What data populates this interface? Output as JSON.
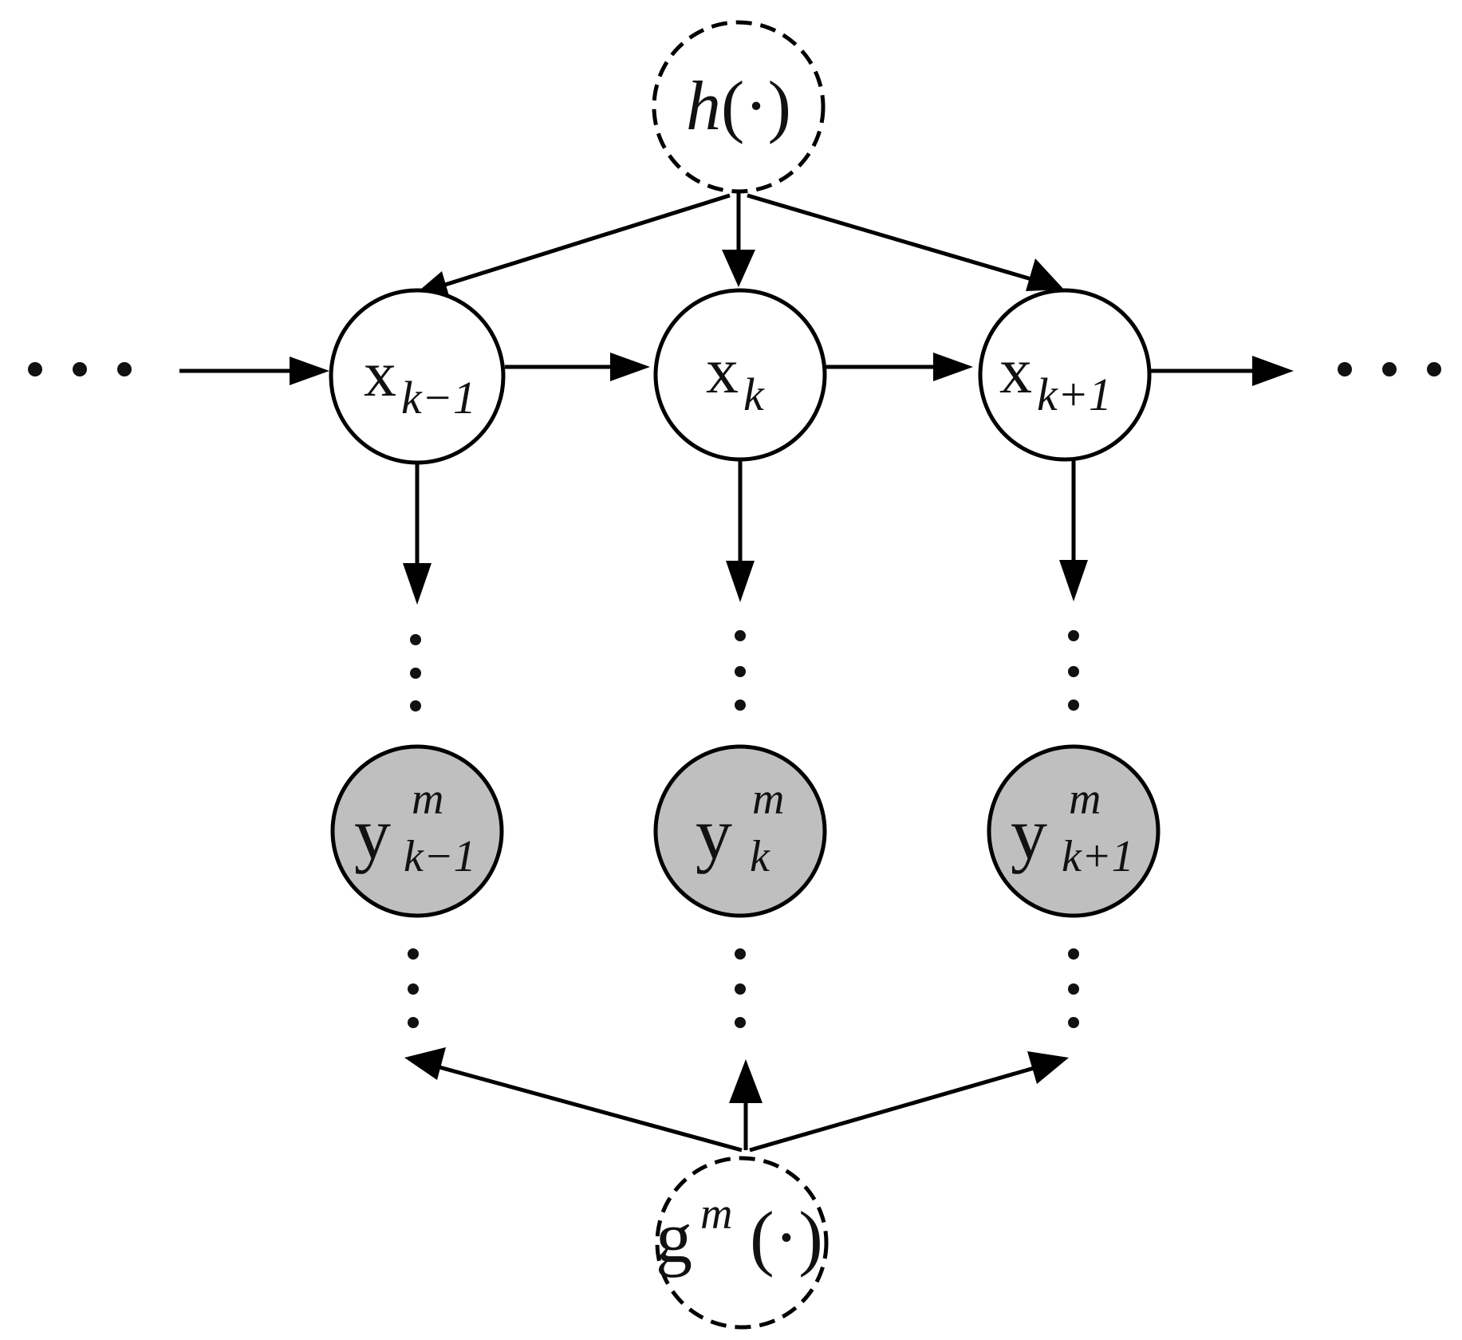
{
  "colors": {
    "background": "#ffffff",
    "stroke": "#000000",
    "hidden_node_fill": "#ffffff",
    "observed_node_fill": "#c0bfc0"
  },
  "top_function": {
    "base": "h",
    "arg": "(·)"
  },
  "bottom_function": {
    "base": "g",
    "sup": "m",
    "arg": "(·)"
  },
  "states": [
    {
      "base": "x",
      "sub": "k−1"
    },
    {
      "base": "x",
      "sub": "k"
    },
    {
      "base": "x",
      "sub": "k+1"
    }
  ],
  "observations": [
    {
      "base": "y",
      "sup": "m",
      "sub": "k−1"
    },
    {
      "base": "y",
      "sup": "m",
      "sub": "k"
    },
    {
      "base": "y",
      "sup": "m",
      "sub": "k+1"
    }
  ]
}
